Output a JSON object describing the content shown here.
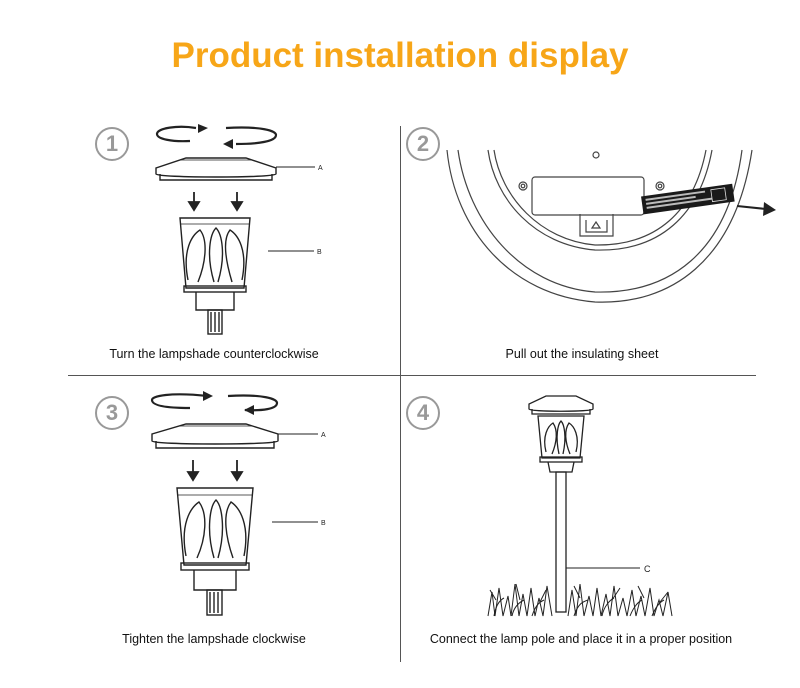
{
  "title": "Product installation display",
  "colors": {
    "title": "#f7a618",
    "line": "#222222",
    "step_circle": "#999999"
  },
  "steps": [
    {
      "number": "1",
      "caption": "Turn the lampshade counterclockwise",
      "part_a": "A",
      "part_b": "B"
    },
    {
      "number": "2",
      "caption": "Pull out the insulating sheet"
    },
    {
      "number": "3",
      "caption": "Tighten the lampshade clockwise",
      "part_a": "A",
      "part_b": "B"
    },
    {
      "number": "4",
      "caption": "Connect the lamp pole and place it in a proper position",
      "part_c": "C"
    }
  ]
}
